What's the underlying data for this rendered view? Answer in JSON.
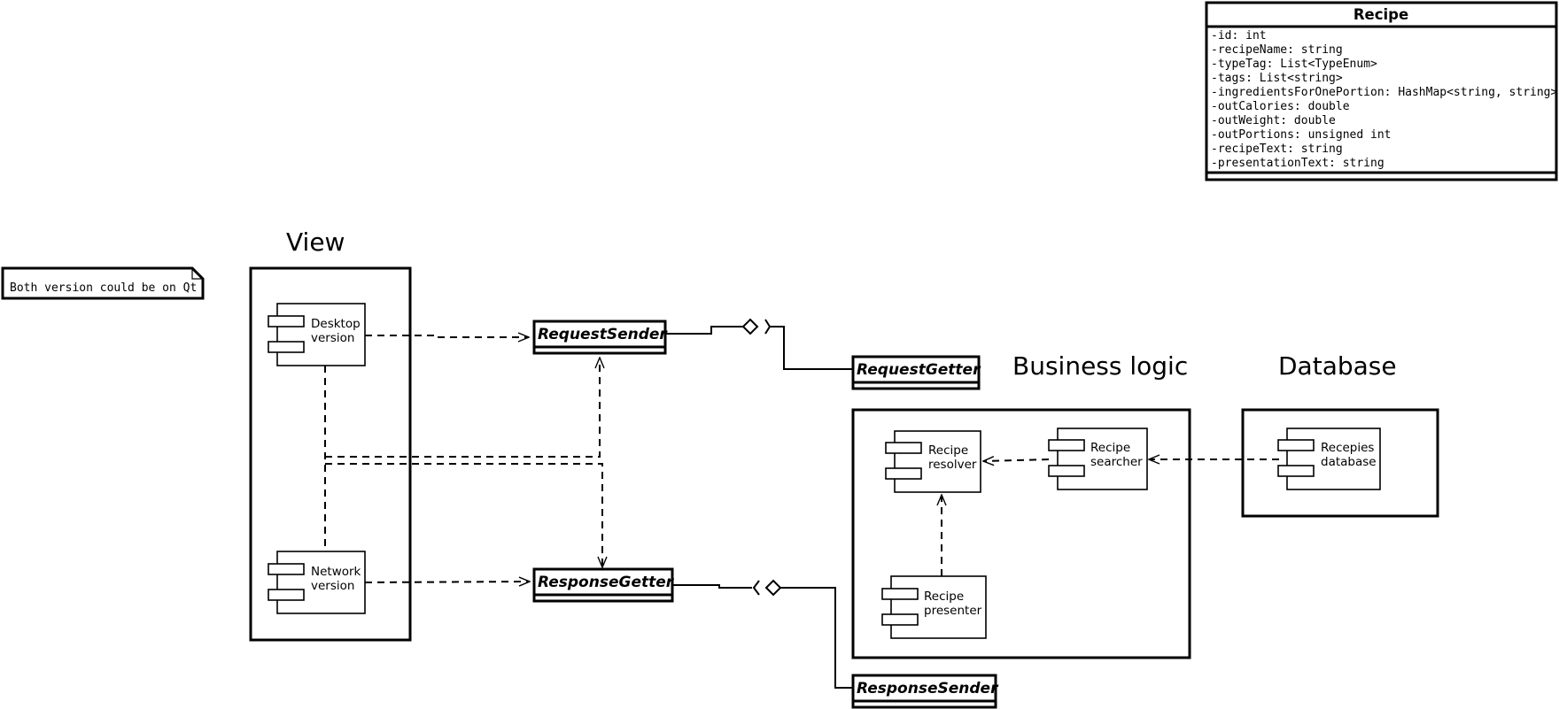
{
  "note": {
    "text": "Both version could be on Qt"
  },
  "packages": {
    "view": {
      "label": "View"
    },
    "business": {
      "label": "Business logic"
    },
    "database": {
      "label": "Database"
    }
  },
  "components": {
    "desktop": {
      "line1": "Desktop",
      "line2": "version"
    },
    "network": {
      "line1": "Network",
      "line2": "version"
    },
    "resolver": {
      "line1": "Recipe",
      "line2": "resolver"
    },
    "searcher": {
      "line1": "Recipe",
      "line2": "searcher"
    },
    "presenter": {
      "line1": "Recipe",
      "line2": "presenter"
    },
    "db": {
      "line1": "Recepies",
      "line2": "database"
    }
  },
  "interfaces": {
    "request_sender": {
      "label": "RequestSender"
    },
    "request_getter": {
      "label": "RequestGetter"
    },
    "response_getter": {
      "label": "ResponseGetter"
    },
    "response_sender": {
      "label": "ResponseSender"
    }
  },
  "recipe_class": {
    "name": "Recipe",
    "attributes": [
      "-id: int",
      "-recipeName: string",
      "-typeTag: List<TypeEnum>",
      "-tags: List<string>",
      "-ingredientsForOnePortion: HashMap<string, string>",
      "-outCalories: double",
      "-outWeight: double",
      "-outPortions: unsigned int",
      "-recipeText: string",
      "-presentationText: string"
    ]
  }
}
